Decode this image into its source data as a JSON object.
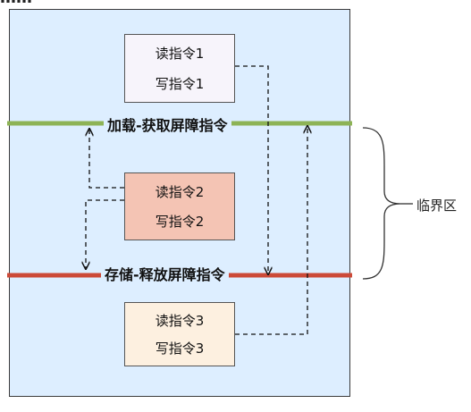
{
  "header_fragment": "……",
  "boxes": [
    {
      "read": "读指令1",
      "write": "写指令1",
      "fill": "#f7f4fb"
    },
    {
      "read": "读指令2",
      "write": "写指令2",
      "fill": "#f4c4b4"
    },
    {
      "read": "读指令3",
      "write": "写指令3",
      "fill": "#fdf0e0"
    }
  ],
  "barriers": {
    "acquire": {
      "label": "加载-获取屏障指令",
      "color": "#8db356"
    },
    "release": {
      "label": "存储-释放屏障指令",
      "color": "#cc4a38"
    }
  },
  "critical_section": {
    "label": "临界区"
  },
  "colors": {
    "panel": "#ddeeff",
    "border": "#3a3a3a"
  }
}
